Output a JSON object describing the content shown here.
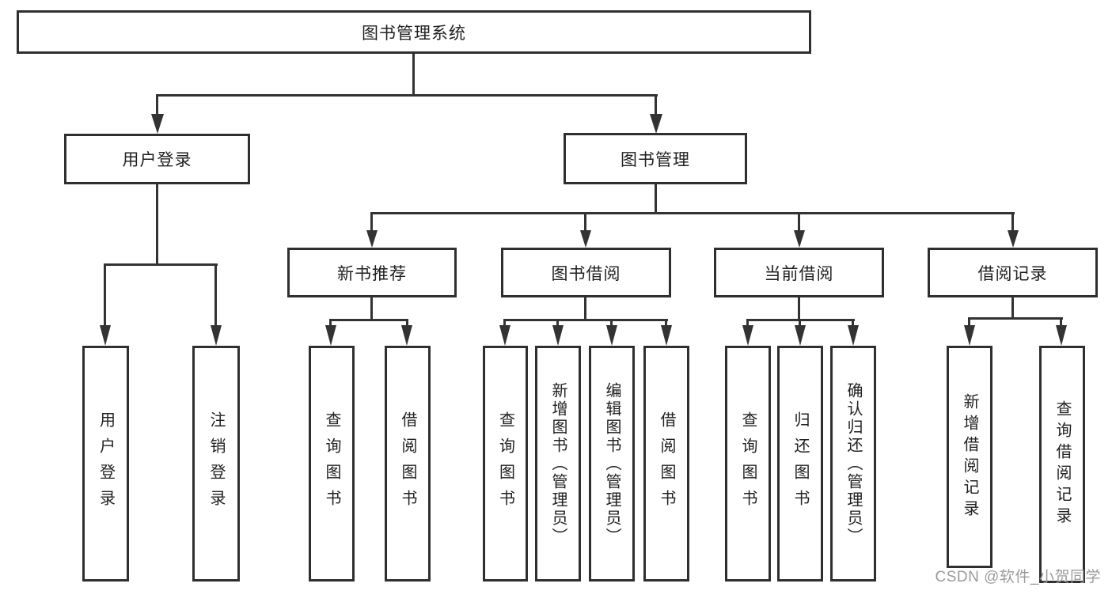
{
  "tree": {
    "label": "图书管理系统",
    "children": [
      {
        "label": "用户登录",
        "children": [
          {
            "label": "用户登录"
          },
          {
            "label": "注销登录"
          }
        ]
      },
      {
        "label": "图书管理",
        "children": [
          {
            "label": "新书推荐",
            "children": [
              {
                "label": "查询图书"
              },
              {
                "label": "借阅图书"
              }
            ]
          },
          {
            "label": "图书借阅",
            "children": [
              {
                "label": "查询图书"
              },
              {
                "label": "新增图书（管理员）"
              },
              {
                "label": "编辑图书（管理员）"
              },
              {
                "label": "借阅图书"
              }
            ]
          },
          {
            "label": "当前借阅",
            "children": [
              {
                "label": "查询图书"
              },
              {
                "label": "归还图书"
              },
              {
                "label": "确认归还（管理员）"
              }
            ]
          },
          {
            "label": "借阅记录",
            "children": [
              {
                "label": "新增借阅记录"
              },
              {
                "label": "查询借阅记录"
              }
            ]
          }
        ]
      }
    ]
  },
  "watermark": {
    "text": "CSDN @软件_小贺同学"
  },
  "colors": {
    "line": "#333333",
    "box_border": "#2f2f2f",
    "text": "#212121",
    "watermark": "#9b9b9b",
    "background": "#ffffff"
  }
}
